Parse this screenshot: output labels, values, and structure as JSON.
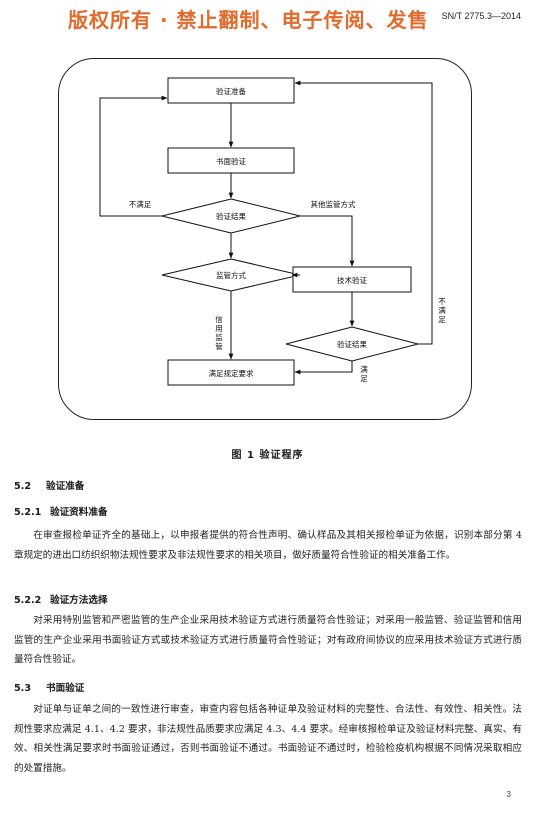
{
  "header": {
    "watermark": "版权所有 ·   禁止翻制、电子传阅、发售",
    "doc_number": "SN/T 2775.3—2014"
  },
  "figure": {
    "nodes": {
      "prepare": "验证准备",
      "document_check": "书面验证",
      "result1": "验证结果",
      "supervision": "监管方式",
      "technical": "技术验证",
      "result2": "验证结果",
      "meet_req": "满足规定要求"
    },
    "edges": {
      "not_satisfied_left": "不满足",
      "other_supervision": "其他监管方式",
      "credit_supervision": "信用监管",
      "not_satisfied_right": "不满足",
      "satisfied": "满足"
    },
    "caption": "图 1   验证程序"
  },
  "sections": {
    "s52": {
      "number": "5.2",
      "title": "验证准备"
    },
    "s521": {
      "number": "5.2.1",
      "title": "验证资料准备",
      "text": "在审查报检单证齐全的基础上，以申报者提供的符合性声明、确认样品及其相关报检单证为依据，识别本部分第 4 章规定的进出口纺织织物法规性要求及非法规性要求的相关项目，做好质量符合性验证的相关准备工作。"
    },
    "s522": {
      "number": "5.2.2",
      "title": "验证方法选择",
      "text": "对采用特别监管和严密监管的生产企业采用技术验证方式进行质量符合性验证；对采用一般监管、验证监管和信用监管的生产企业采用书面验证方式或技术验证方式进行质量符合性验证；对有政府间协议的应采用技术验证方式进行质量符合性验证。"
    },
    "s53": {
      "number": "5.3",
      "title": "书面验证",
      "text": "对证单与证单之间的一致性进行审查，审查内容包括各种证单及验证材料的完整性、合法性、有效性、相关性。法规性要求应满足 4.1、4.2 要求，非法规性品质要求应满足 4.3、4.4 要求。经审核报检单证及验证材料完整、真实、有效、相关性满足要求时书面验证通过，否则书面验证不通过。书面验证不通过时，检验检疫机构根据不同情况采取相应的处置措施。"
    }
  },
  "page_number": "3"
}
